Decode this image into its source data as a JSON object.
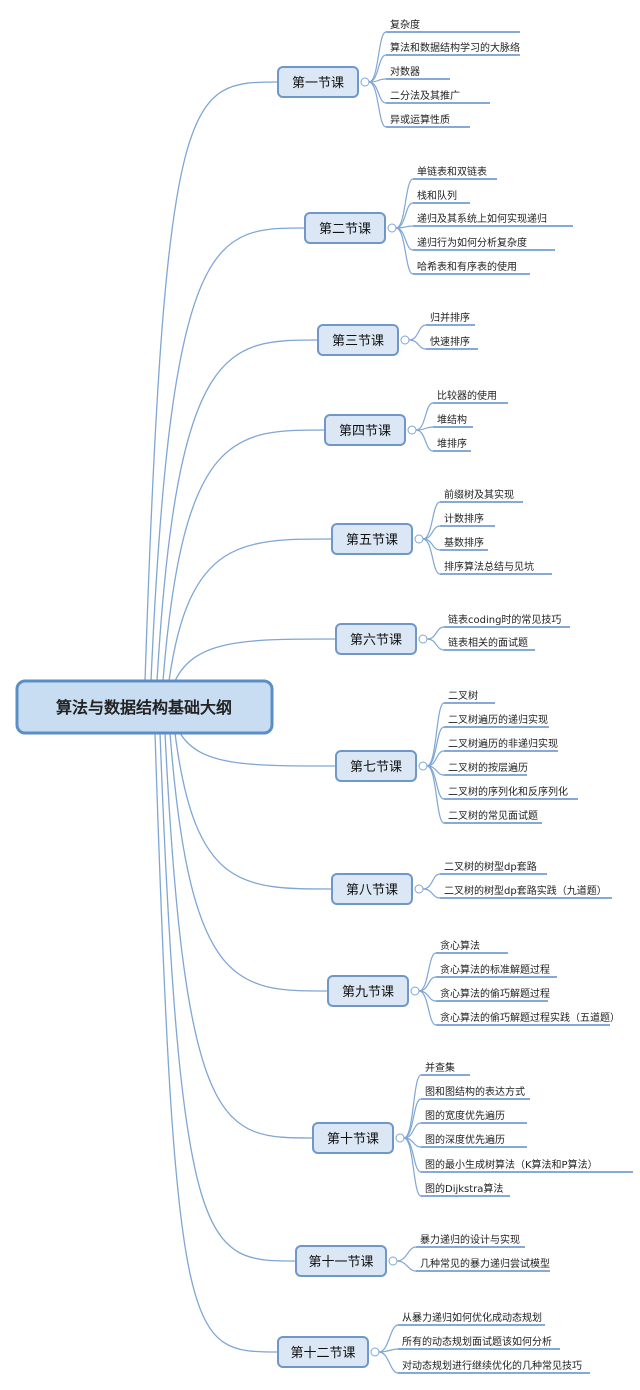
{
  "root": {
    "title": "算法与数据结构基础大纲"
  },
  "sections": [
    {
      "title": "第一节课",
      "items": [
        "复杂度",
        "算法和数据结构学习的大脉络",
        "对数器",
        "二分法及其推广",
        "异或运算性质"
      ]
    },
    {
      "title": "第二节课",
      "items": [
        "单链表和双链表",
        "栈和队列",
        "递归及其系统上如何实现递归",
        "递归行为如何分析复杂度",
        "哈希表和有序表的使用"
      ]
    },
    {
      "title": "第三节课",
      "items": [
        "归并排序",
        "快速排序"
      ]
    },
    {
      "title": "第四节课",
      "items": [
        "比较器的使用",
        "堆结构",
        "堆排序"
      ]
    },
    {
      "title": "第五节课",
      "items": [
        "前缀树及其实现",
        "计数排序",
        "基数排序",
        "排序算法总结与见坑"
      ]
    },
    {
      "title": "第六节课",
      "items": [
        "链表coding时的常见技巧",
        "链表相关的面试题"
      ]
    },
    {
      "title": "第七节课",
      "items": [
        "二叉树",
        "二叉树遍历的递归实现",
        "二叉树遍历的非递归实现",
        "二叉树的按层遍历",
        "二叉树的序列化和反序列化",
        "二叉树的常见面试题"
      ]
    },
    {
      "title": "第八节课",
      "items": [
        "二叉树的树型dp套路",
        "二叉树的树型dp套路实践（九道题）"
      ]
    },
    {
      "title": "第九节课",
      "items": [
        "贪心算法",
        "贪心算法的标准解题过程",
        "贪心算法的偷巧解题过程",
        "贪心算法的偷巧解题过程实践（五道题）"
      ]
    },
    {
      "title": "第十节课",
      "items": [
        "并查集",
        "图和图结构的表达方式",
        "图的宽度优先遍历",
        "图的深度优先遍历",
        "图的最小生成树算法（K算法和P算法）",
        "图的Dijkstra算法"
      ]
    },
    {
      "title": "第十一节课",
      "items": [
        "暴力递归的设计与实现",
        "几种常见的暴力递归尝试模型"
      ]
    },
    {
      "title": "第十二节课",
      "items": [
        "从暴力递归如何优化成动态规划",
        "所有的动态规划面试题该如何分析",
        "对动态规划进行继续优化的几种常见技巧"
      ]
    }
  ]
}
